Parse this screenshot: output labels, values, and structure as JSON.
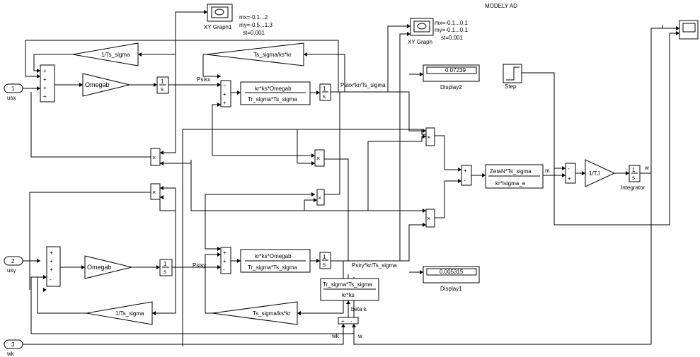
{
  "title": "MODELY AD",
  "inports": [
    {
      "num": "1",
      "label": "usx"
    },
    {
      "num": "2",
      "label": "usy"
    },
    {
      "num": "3",
      "label": "wk"
    }
  ],
  "gains": {
    "omegab_top": "Omegab",
    "omegab_bot": "Omegab",
    "inv_ts_top": "1/Ts_sigma",
    "inv_ts_bot": "1/Ts_sigma",
    "ts_ks_kr_top": "Ts_sigma/ks*kr",
    "ts_ks_kr_bot": "Ts_sigma/ks*kr",
    "inv_tj": "1/TJ"
  },
  "integrators": {
    "num": "1",
    "den": "s"
  },
  "fractions": {
    "kr_omegab_top": {
      "num": "kr*ks*Omegab",
      "den": "Tr_sigma*Ts_sigma"
    },
    "kr_omegab_bot": {
      "num": "kr*ks*Omegab",
      "den": "Tr_sigma*Ts_sigma"
    },
    "zeta": {
      "num": "ZetaN*Ts_sigma",
      "den": "kr*Isigma_e"
    },
    "beta": {
      "num": "Tr_sigma*Ts_sigma",
      "den": "kr*ks"
    }
  },
  "scopes": {
    "xy1": {
      "label": "XY Graph1",
      "params": [
        "mx=-0.1...2",
        "my=-0.5...1.3",
        "st=0.001"
      ]
    },
    "xy2": {
      "label": "XY Graph",
      "params": [
        "mx=-0.1...0.1",
        "my=-0.1...0.1",
        "st=0.001"
      ]
    }
  },
  "displays": {
    "d2": {
      "value": "0.07239",
      "label": "Display2"
    },
    "d1": {
      "value": "0.005315",
      "label": "Display1"
    }
  },
  "step_label": "Step",
  "integrator_label": "Integrator",
  "signals": {
    "psisx": "Psisx",
    "psisy": "Psisy",
    "psirx": "Psirx*kr/Ts_sigma",
    "psiry": "Psiry*kr/Ts_sigma",
    "m": "m",
    "w": "w",
    "beta_k": "beta k",
    "wk_in": "wk",
    "w_in": "w"
  },
  "signs": {
    "sum1": [
      "+",
      "+",
      "+",
      "+"
    ],
    "sum2": [
      "+",
      "+",
      "+",
      "-"
    ],
    "sum3": [
      "~",
      "+",
      "+"
    ],
    "sum4": [
      "+",
      "+",
      "-"
    ],
    "sum5": [
      "+",
      "-"
    ],
    "sum6": [
      "-",
      "+"
    ],
    "sum7": [
      "+",
      "-"
    ],
    "mult": "×"
  }
}
